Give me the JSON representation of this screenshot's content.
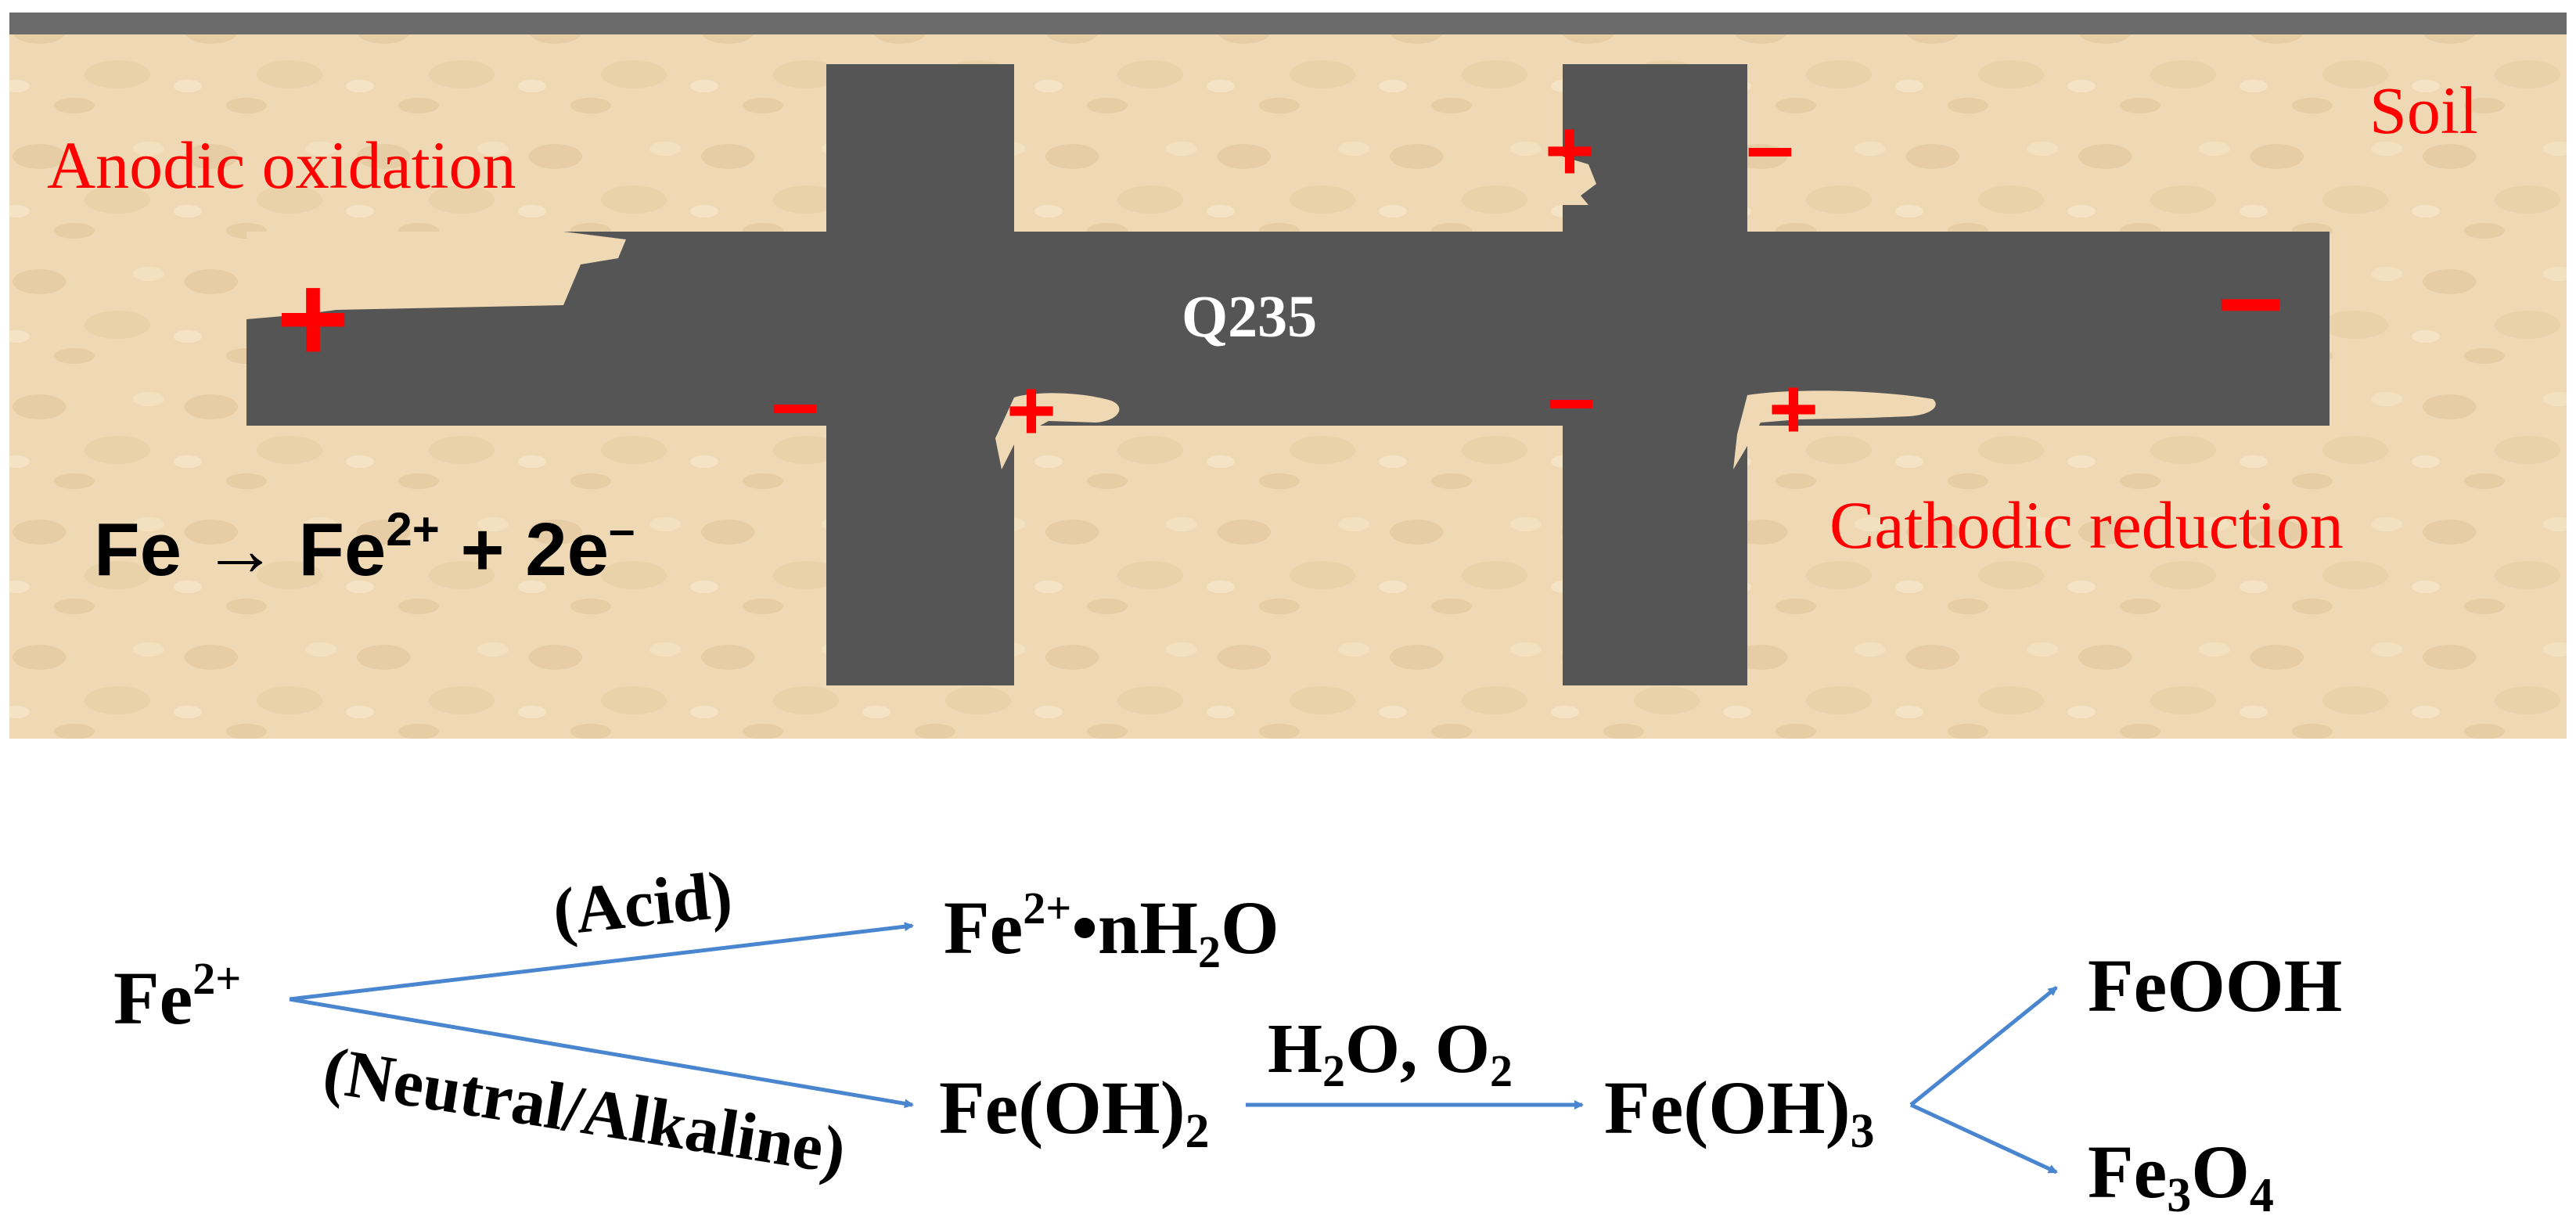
{
  "colors": {
    "soil": "#efd9b4",
    "soil_dark": "#dcc196",
    "steel": "#555555",
    "charge": "#ff0000",
    "arrow": "#4a86d0",
    "text": "#000000",
    "top_bar": "#6b6b6b"
  },
  "top_panel": {
    "anodic_label": "Anodic oxidation",
    "cathodic_label": "Cathodic reduction",
    "soil_label": "Soil",
    "steel_label": "Q235",
    "anodic_equation": {
      "left": "Fe → Fe",
      "sup": "2+",
      "right": " + 2e",
      "sup2": "–"
    },
    "plus_sign": "+",
    "minus_sign": "–"
  },
  "scheme": {
    "fe2": {
      "base": "Fe",
      "sup": "2+"
    },
    "acid_label": "(Acid)",
    "neutral_label": "(Neutral/Alkaline)",
    "hydrate": {
      "a": "Fe",
      "sup": "2+",
      "b": "•nH",
      "sub": "2",
      "c": "O"
    },
    "feoh2": {
      "a": "Fe(OH)",
      "sub": "2"
    },
    "reagents": {
      "a": "H",
      "sub1": "2",
      "b": "O, O",
      "sub2": "2"
    },
    "feoh3": {
      "a": "Fe(OH)",
      "sub": "3"
    },
    "feooh": "FeOOH",
    "fe3o4": {
      "a": "Fe",
      "sub1": "3",
      "b": "O",
      "sub2": "4"
    }
  }
}
